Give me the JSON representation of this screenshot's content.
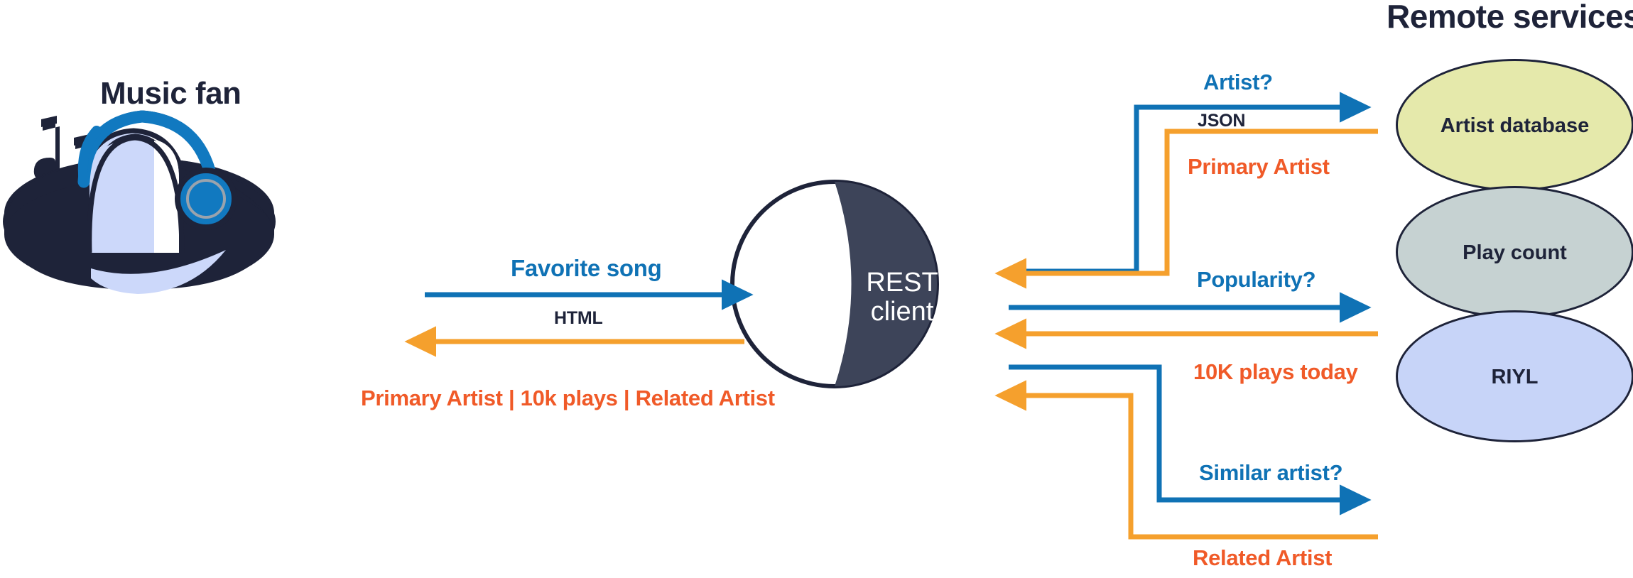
{
  "diagram": {
    "actor": {
      "title": "Music fan",
      "icon": "music-fan-avatar"
    },
    "client": {
      "line1": "REST",
      "line2": "client",
      "icon": "rest-client-sphere"
    },
    "remote_services_title": "Remote services",
    "client_exchange": {
      "request_label": "Favorite song",
      "protocol_label": "HTML",
      "response_label": "Primary Artist | 10k plays | Related Artist"
    },
    "services": [
      {
        "name": "Artist database",
        "fill": "#e5e9ab",
        "stroke": "#1e2339",
        "request_label": "Artist?",
        "protocol_label": "JSON",
        "response_label": "Primary Artist"
      },
      {
        "name": "Play count",
        "fill": "#c6d2d2",
        "stroke": "#1e2339",
        "request_label": "Popularity?",
        "protocol_label": "",
        "response_label": "10K plays today"
      },
      {
        "name": "RIYL",
        "fill": "#c7d4f8",
        "stroke": "#1e2339",
        "request_label": "Similar artist?",
        "protocol_label": "",
        "response_label": "Related Artist"
      }
    ],
    "colors": {
      "request_blue": "#0f72b5",
      "response_orange": "#f5a02d",
      "response_text_orange": "#f05a28",
      "dark_navy": "#1e2339",
      "headphone_blue": "#1179c0",
      "light_lavender": "#ccd8fa"
    }
  }
}
